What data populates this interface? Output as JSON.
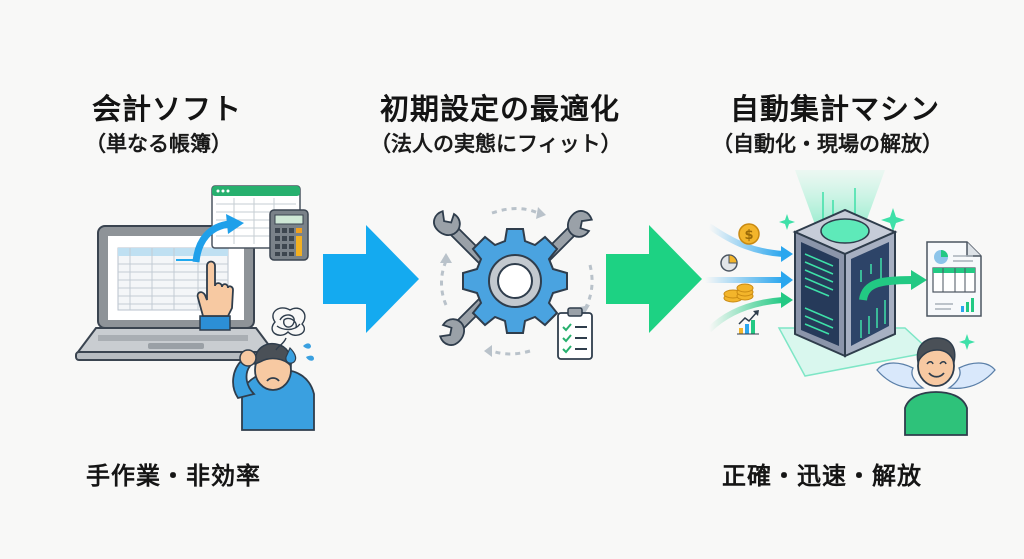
{
  "stages": [
    {
      "title": "会計ソフト",
      "subtitle": "（単なる帳簿）",
      "caption": "手作業・非効率"
    },
    {
      "title": "初期設定の最適化",
      "subtitle": "（法人の実態にフィット）"
    },
    {
      "title": "自動集計マシン",
      "subtitle": "（自動化・現場の解放）",
      "caption": "正確・迅速・解放"
    }
  ],
  "arrows": [
    {
      "from": "会計ソフト",
      "to": "初期設定の最適化",
      "color": "#14aaf0"
    },
    {
      "from": "初期設定の最適化",
      "to": "自動集計マシン",
      "color": "#1dd283"
    }
  ],
  "icons": {
    "stage1": [
      "laptop-icon",
      "spreadsheet-icon",
      "calculator-icon",
      "pointing-hand-icon",
      "stressed-person-icon",
      "tangled-thought-icon",
      "sweat-drops-icon"
    ],
    "stage2": [
      "gear-icon",
      "wrench-icon",
      "cycle-arrows-icon",
      "checklist-clipboard-icon"
    ],
    "stage3": [
      "server-machine-icon",
      "coin-icon",
      "pie-chart-icon",
      "coin-stack-icon",
      "growth-chart-icon",
      "report-document-icon",
      "happy-person-with-wings-icon",
      "sparkle-icon"
    ]
  },
  "colors": {
    "blue": "#14aaf0",
    "green": "#1dd283",
    "gear_blue": "#4aa3e0",
    "outline": "#2f3d4c"
  }
}
